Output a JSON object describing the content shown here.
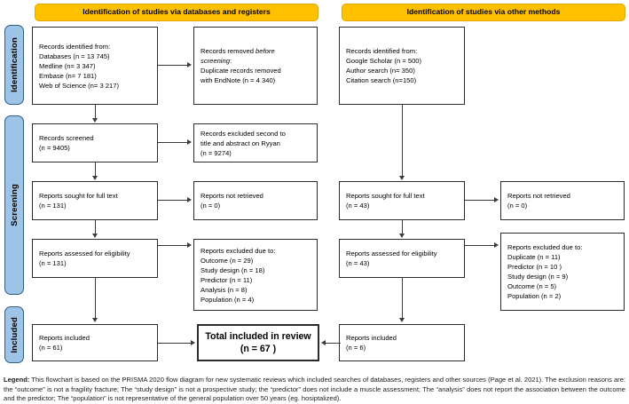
{
  "diagram": {
    "type": "PRISMA 2020 flow diagram",
    "stages": [
      {
        "id": "identification",
        "label": "Identification"
      },
      {
        "id": "screening",
        "label": "Screening"
      },
      {
        "id": "included",
        "label": "Included"
      }
    ],
    "banners": [
      {
        "id": "databases-registers",
        "label": "Identification of studies via databases and registers"
      },
      {
        "id": "other-methods",
        "label": "Identification of studies via other methods"
      }
    ],
    "nodes": {
      "records_identified_db": "Records identified from:\n    Databases (n = 13 745)\n       Medline (n= 3 347)\n       Embase  (n= 7 181)\n       Web of Science (n= 3 217)",
      "records_removed": "Records removed before\nscreening:\n    Duplicate records removed\n    with EndNote (n = 4 340)",
      "records_screened": "Records screened\n(n = 9405)",
      "records_excluded": "Records excluded second to\ntitle and abstract on Ryyan\n(n = 9274)",
      "reports_sought_db": "Reports sought for full text\n(n = 131)",
      "reports_not_retrieved_db": "Reports not retrieved\n(n = 0)",
      "reports_assessed_db": "Reports assessed for eligibility\n(n = 131)",
      "reports_excluded_db": "Reports excluded due to:\n     Outcome (n = 29)\n     Study design (n = 18)\n     Predictor (n = 11)\n     Analysis (n = 8)\n     Population (n = 4)",
      "reports_included_db": "Reports included\n(n = 61)",
      "records_identified_other": "Records identified from:\n     Google Scholar (n = 500)\n     Author search (n= 350)\n     Citation search (n=150)",
      "reports_sought_other": "Reports sought for full text\n(n = 43)",
      "reports_not_retrieved_other": "Reports not retrieved\n(n = 0)",
      "reports_assessed_other": "Reports assessed for eligibility\n(n = 43)",
      "reports_excluded_other": "Reports excluded due to:\n     Duplicate (n = 11)\n     Predictor (n = 10 )\n     Study design (n = 9)\n     Outcome (n = 5)\n     Population (n = 2)",
      "reports_included_other": "Reports included\n(n = 6)",
      "total_included": "Total included in review\n(n = 67 )"
    },
    "legend": {
      "label": "Legend:",
      "text": " This flowchart is based on the PRISMA 2020 flow diagram for new systematic reviews which included searches of databases, registers and other sources (Page et al. 2021). The exclusion reasons are: the “outcome” is not a fragility fracture; The “study design” is not a prospective study; the “predictor” does not include a muscle assessment; The “analysis” does not report the association between the outcome and the predictor; The “population” is not representative of the general population over 50 years (eg. hosiptalized)."
    },
    "colors": {
      "stage_fill": "#9DC3E6",
      "stage_border": "#2E5C86",
      "banner_fill": "#FFC000",
      "node_border": "#2b2b2b",
      "connector": "#3a3a3a"
    }
  }
}
